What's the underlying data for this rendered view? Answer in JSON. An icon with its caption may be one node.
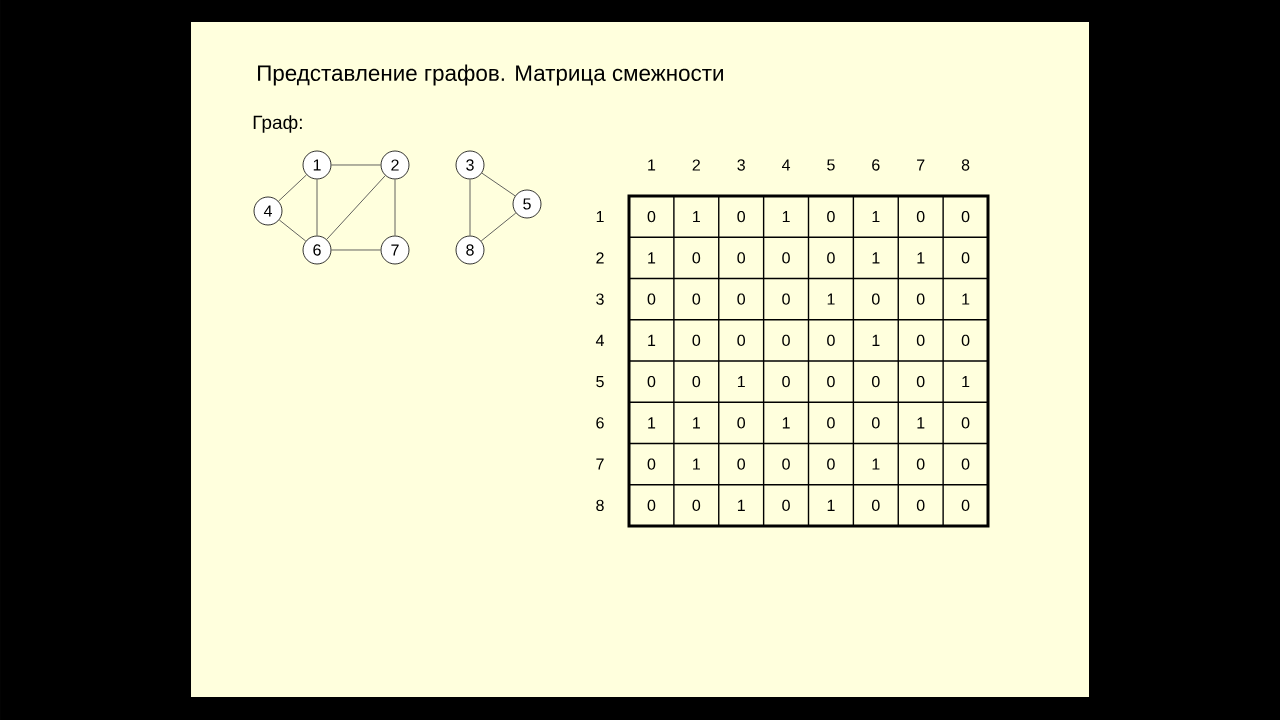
{
  "diagram": {
    "title": "Представление графов. Матрица смежности",
    "nodes": [
      {
        "text": [
          "1"
        ]
      },
      {
        "text": [
          "2"
        ]
      },
      {
        "text": [
          "3"
        ]
      },
      {
        "text": [
          "4"
        ]
      },
      {
        "text": [
          "5"
        ]
      },
      {
        "text": [
          "6"
        ]
      },
      {
        "text": [
          "7"
        ]
      },
      {
        "text": [
          "8"
        ]
      }
    ],
    "edges": [
      {
        "from": 0,
        "to": 1,
        "arrow": "none"
      },
      {
        "from": 0,
        "to": 3,
        "arrow": "none"
      },
      {
        "from": 0,
        "to": 5,
        "arrow": "none"
      },
      {
        "from": 1,
        "to": 5,
        "arrow": "none"
      },
      {
        "from": 1,
        "to": 6,
        "arrow": "none"
      },
      {
        "from": 3,
        "to": 5,
        "arrow": "none"
      },
      {
        "from": 5,
        "to": 6,
        "arrow": "none"
      },
      {
        "from": 2,
        "to": 4,
        "arrow": "none"
      },
      {
        "from": 2,
        "to": 7,
        "arrow": "none"
      },
      {
        "from": 4,
        "to": 7,
        "arrow": "none"
      }
    ],
    "labels": [
      "Граф:",
      "1",
      "2",
      "3",
      "4",
      "5",
      "6",
      "7",
      "8",
      "1",
      "0",
      "1",
      "0",
      "1",
      "0",
      "1",
      "0",
      "0",
      "2",
      "1",
      "0",
      "0",
      "0",
      "0",
      "1",
      "1",
      "0",
      "3",
      "0",
      "0",
      "0",
      "0",
      "1",
      "0",
      "0",
      "1",
      "4",
      "1",
      "0",
      "0",
      "0",
      "0",
      "1",
      "0",
      "0",
      "5",
      "0",
      "0",
      "1",
      "0",
      "0",
      "0",
      "0",
      "1",
      "6",
      "1",
      "1",
      "0",
      "1",
      "0",
      "0",
      "1",
      "0",
      "7",
      "0",
      "1",
      "0",
      "0",
      "0",
      "1",
      "0",
      "0",
      "8",
      "0",
      "0",
      "1",
      "0",
      "1",
      "0",
      "0",
      "0"
    ]
  }
}
